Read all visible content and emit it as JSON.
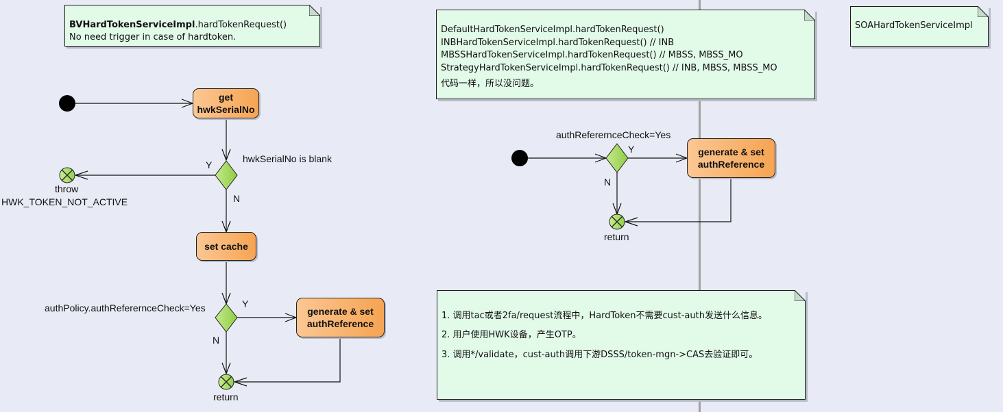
{
  "notes": {
    "bv": {
      "line1_bold": "BVHardTokenServiceImpl",
      "line1_rest": ".hardTokenRequest()",
      "line2": "No need trigger in case of hardtoken."
    },
    "default": {
      "lines": [
        "DefaultHardTokenServiceImpl.hardTokenRequest()",
        "INBHardTokenServiceImpl.hardTokenRequest() // INB",
        "MBSSHardTokenServiceImpl.hardTokenRequest() // MBSS, MBSS_MO",
        "StrategyHardTokenServiceImpl.hardTokenRequest() // INB, MBSS, MBSS_MO",
        "代码一样，所以没问题。"
      ]
    },
    "soa": {
      "text": "SOAHardTokenServiceImpl"
    },
    "steps": {
      "lines": [
        "1. 调用tac或者2fa/request流程中，HardToken不需要cust-auth发送什么信息。",
        "2. 用户使用HWK设备，产生OTP。",
        "3. 调用*/validate，cust-auth调用下游DSSS/token-mgn->CAS去验证即可。"
      ]
    }
  },
  "left_flow": {
    "action_get_serial": "get hwkSerialNo",
    "decision_blank_label": "hwkSerialNo is blank",
    "decision_blank_yes": "Y",
    "decision_blank_no": "N",
    "throw_label_1": "throw",
    "throw_label_2": "HWK_TOKEN_NOT_ACTIVE",
    "action_set_cache": "set cache",
    "decision_auth_label": "authPolicy.authReferernceCheck=Yes",
    "decision_auth_yes": "Y",
    "decision_auth_no": "N",
    "action_generate": "generate & set authReference",
    "return_label": "return"
  },
  "right_flow": {
    "decision_auth_label": "authReferernceCheck=Yes",
    "decision_auth_yes": "Y",
    "decision_auth_no": "N",
    "action_generate": "generate & set authReference",
    "return_label": "return"
  },
  "colors": {
    "background": "#e8ebf5",
    "note_fill": "#e2fae8",
    "action_fill_start": "#fbc793",
    "action_fill_end": "#f6a452",
    "decision_fill": "#9fd65a",
    "final_fill": "#a8dc63",
    "divider": "#a0a0a0"
  }
}
